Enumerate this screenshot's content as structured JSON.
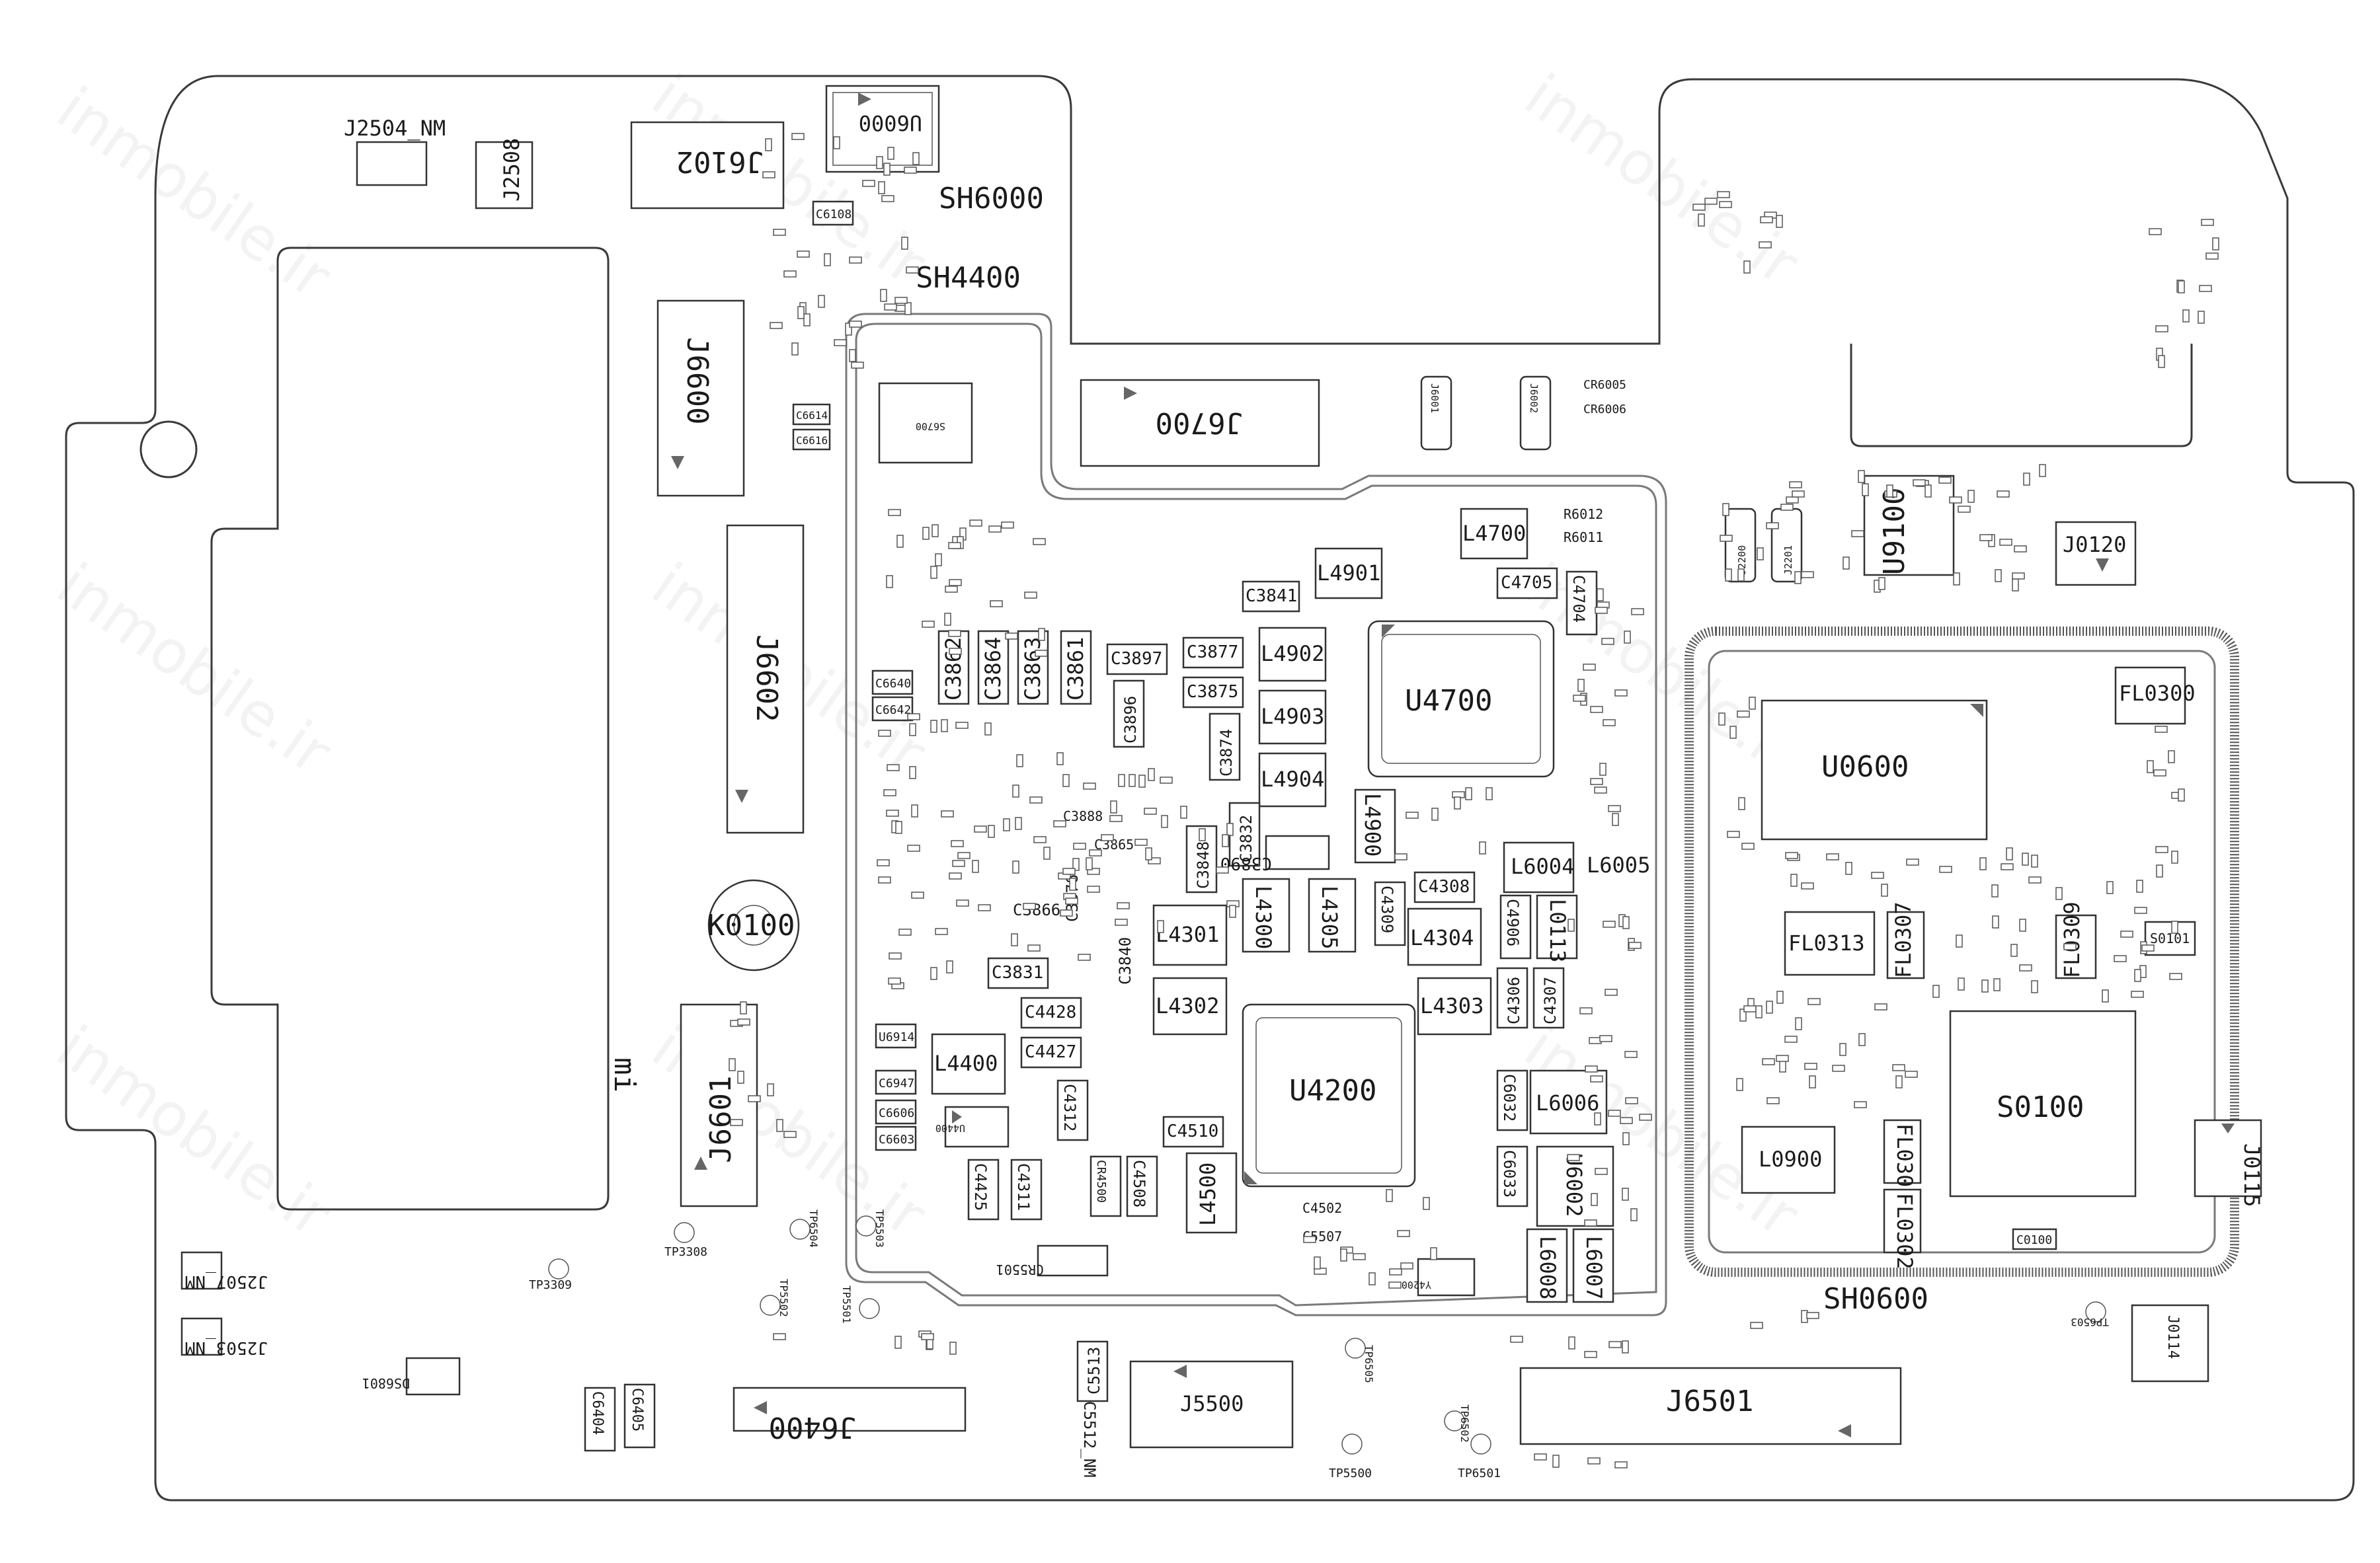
{
  "watermark": "inmobile.ir",
  "mi_logo": "mi",
  "shields": {
    "sh4400": "SH4400",
    "sh0600": "SH0600",
    "sh6000": "SH6000"
  },
  "connectors": {
    "j2504": "J2504_NM",
    "j2508": "J2508",
    "j6102": "J6102",
    "u6000": "U6000",
    "j6600": "J6600",
    "j6602": "J6602",
    "j6601": "J6601",
    "j6700": "J6700",
    "s6700": "S6700",
    "j6001": "J6001",
    "j6002": "J6002",
    "j2200": "J2200",
    "j2201": "J2201",
    "u9100": "U9100",
    "j0120": "J0120",
    "j0115": "J0115",
    "j0114": "J0114",
    "j2507": "J2507_NM",
    "j2503": "J2503_NM",
    "j6400": "J6400",
    "j5500": "J5500",
    "j6501": "J6501",
    "k0100": "K0100",
    "ds6801": "DS6801"
  },
  "ics": {
    "u4700": "U4700",
    "u4200": "U4200",
    "u0600": "U0600",
    "s0100": "S0100",
    "u6002": "U6002",
    "u4400": "U4400",
    "l0900": "L0900",
    "y4200": "Y4200"
  },
  "inductors": {
    "l4700": "L4700",
    "l4901": "L4901",
    "l4902": "L4902",
    "l4903": "L4903",
    "l4904": "L4904",
    "l4900": "L4900",
    "l4301": "L4301",
    "l4300": "L4300",
    "l4305": "L4305",
    "l4304": "L4304",
    "l4302": "L4302",
    "l4303": "L4303",
    "l4400": "L4400",
    "l4500": "L4500",
    "l6004": "L6004",
    "l6005": "L6005",
    "l6006": "L6006",
    "l6007": "L6007",
    "l6008": "L6008",
    "l0113": "L0113",
    "fl0313": "FL0313",
    "fl0300": "FL0300",
    "fl0307": "FL0307",
    "fl0309": "FL0309",
    "fl0301": "FL0301",
    "fl0302": "FL0302"
  },
  "capacitors": {
    "c3862": "C3862",
    "c3864": "C3864",
    "c3863": "C3863",
    "c3861": "C3861",
    "c3897": "C3897",
    "c3877": "C3877",
    "c3875": "C3875",
    "c3896": "C3896",
    "c3874": "C3874",
    "c3841": "C3841",
    "c3832": "C3832",
    "c3848": "C3848",
    "c3890": "C3890",
    "c3866": "C3866",
    "c3876": "C3876",
    "c3840": "C3840",
    "c3831": "C3831",
    "c3888": "C3888",
    "c3865": "C3865",
    "c4705": "C4705",
    "c4704": "C4704",
    "c4308": "C4308",
    "c4309": "C4309",
    "c4906": "C4906",
    "c4306": "C4306",
    "c4307": "C4307",
    "c4428": "C4428",
    "c4427": "C4427",
    "c4312": "C4312",
    "c4510": "C4510",
    "c4425": "C4425",
    "c4311": "C4311",
    "c4508": "C4508",
    "c4502": "C4502",
    "c5507": "C5507",
    "c6032": "C6032",
    "c6033": "C6033",
    "c6640": "C6640",
    "c6642": "C6642",
    "c6947": "C6947",
    "c6606": "C6606",
    "c6603": "C6603",
    "c6108": "C6108",
    "c6614": "C6614",
    "c6616": "C6616",
    "c5513": "C5513",
    "c5512": "C5512_NM",
    "c6404": "C6404",
    "c6405": "C6405",
    "c0100": "C0100",
    "cr4500": "CR4500",
    "cr5501": "CR5501",
    "u6914": "U6914",
    "s0101": "S0101",
    "r6012": "R6012",
    "r6011": "R6011",
    "cr6005": "CR6005",
    "cr6006": "CR6006"
  },
  "test_points": {
    "tp3309": "TP3309",
    "tp3308": "TP3308",
    "tp6504": "TP6504",
    "tp5503": "TP5503",
    "tp5502": "TP5502",
    "tp5501": "TP5501",
    "tp6505": "TP6505",
    "tp5500": "TP5500",
    "tp6502": "TP6502",
    "tp6501": "TP6501",
    "tp6503": "TP6503"
  }
}
